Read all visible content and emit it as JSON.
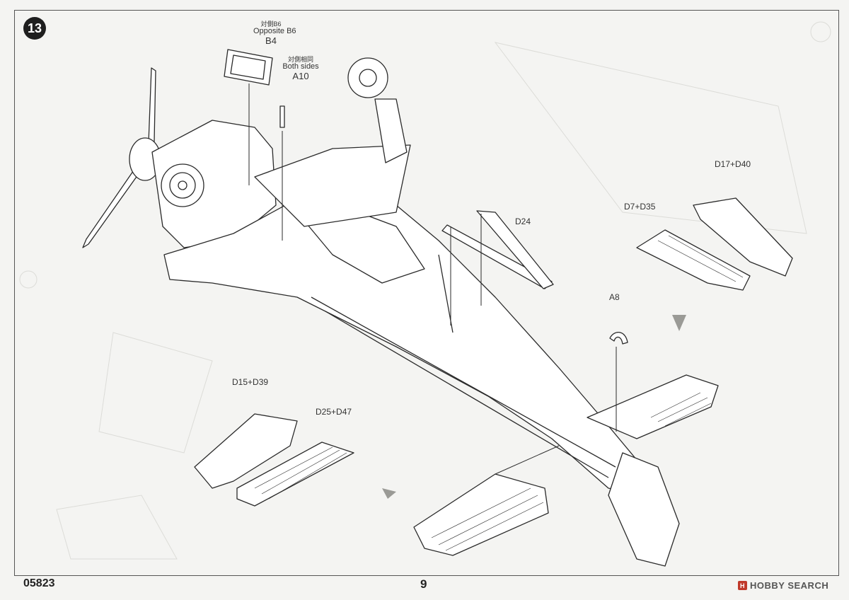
{
  "step": {
    "number": "13"
  },
  "callouts": {
    "b4": {
      "jp": "対側B6",
      "en": "Opposite B6",
      "part": "B4"
    },
    "a10": {
      "jp": "対側相同",
      "en": "Both sides",
      "part": "A10"
    },
    "d24": "D24",
    "a8": "A8",
    "d17_d40": "D17+D40",
    "d7_d35": "D7+D35",
    "d15_d39": "D15+D39",
    "d25_d47": "D25+D47"
  },
  "footer": {
    "product_code": "05823",
    "page_number": "9",
    "watermark": "HOBBY SEARCH"
  },
  "colors": {
    "line": "#2a2a2a",
    "paper": "#f4f4f2",
    "ghost": "#d9d9d6",
    "watermark": "#c0392b"
  }
}
